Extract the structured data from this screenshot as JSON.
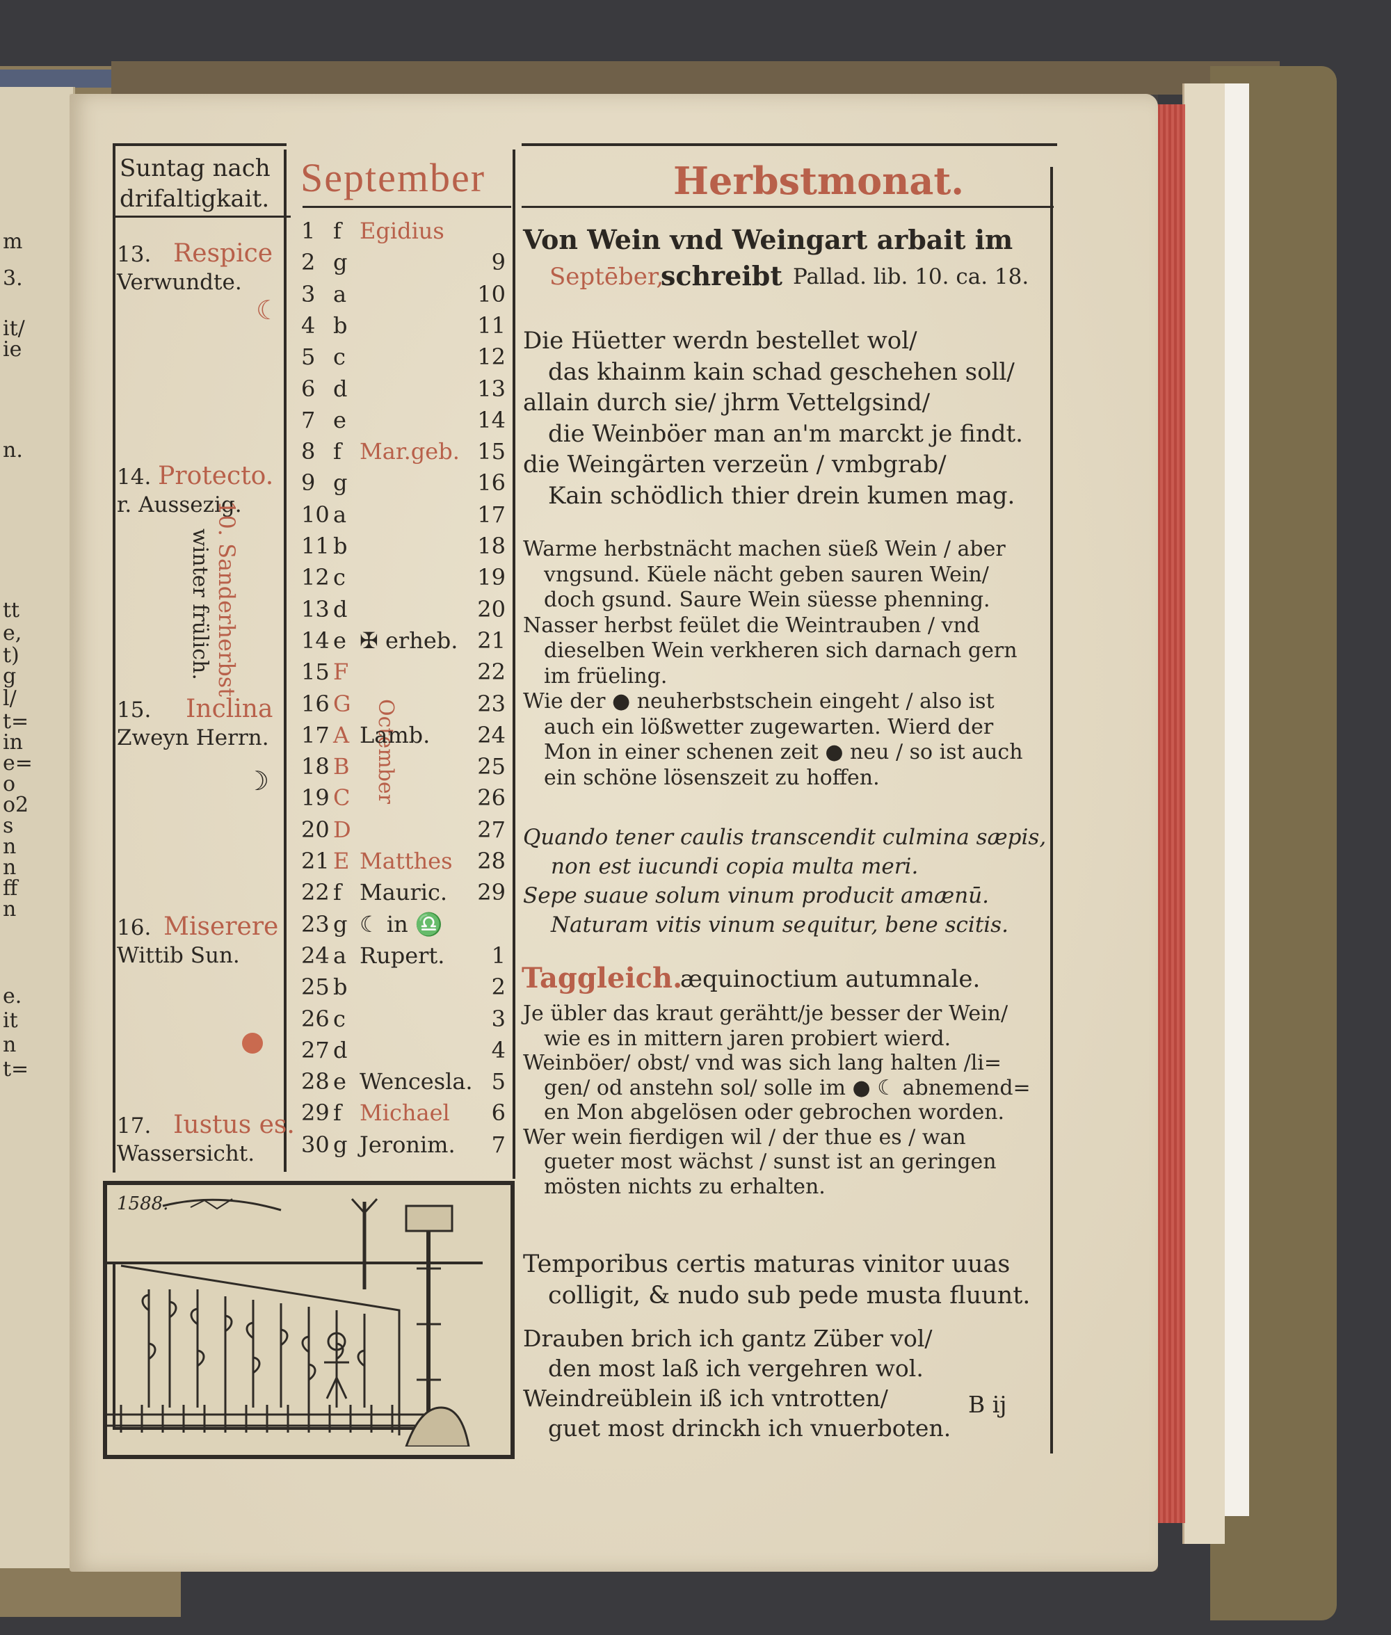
{
  "left_fragments": [
    "m",
    "3.",
    "it/",
    "ie",
    "n.",
    "tt",
    "e,",
    "t)",
    "g",
    "l/",
    "t=",
    "in",
    "e=",
    "o",
    "o2",
    "s",
    "n",
    "n",
    "ff",
    "n",
    "e.",
    "it",
    "n",
    "t="
  ],
  "header": {
    "week_heading": [
      "Suntag nach",
      "drifaltigkait."
    ],
    "month_latin": "September",
    "month_german": "Herbstmonat."
  },
  "weeks": [
    {
      "line1": "13.",
      "name": "Respice",
      "line2": "Verwundte.",
      "moon": "☾"
    },
    {
      "line1": "14.",
      "name": "Protecto.",
      "line2": "r. Aussezig."
    },
    {
      "line1": "15.",
      "name": "Inclina",
      "line2": "Zweyn Herrn.",
      "moon": "☽"
    },
    {
      "line1": "16.",
      "name": "Miserere",
      "line2": "Wittib Sun."
    },
    {
      "line1": "17.",
      "name": "Iustus es.",
      "line2": "Wassersicht."
    }
  ],
  "vertical_notes": {
    "left": "10. Sanderherbst",
    "left2": "winter frülich.",
    "right": "Octember"
  },
  "calendar": [
    {
      "day": "1",
      "letter": "f",
      "label": "Egidius",
      "num": ""
    },
    {
      "day": "2",
      "letter": "g",
      "label": "",
      "num": "9"
    },
    {
      "day": "3",
      "letter": "a",
      "label": "",
      "num": "10"
    },
    {
      "day": "4",
      "letter": "b",
      "label": "",
      "num": "11"
    },
    {
      "day": "5",
      "letter": "c",
      "label": "",
      "num": "12"
    },
    {
      "day": "6",
      "letter": "d",
      "label": "",
      "num": "13"
    },
    {
      "day": "7",
      "letter": "e",
      "label": "",
      "num": "14"
    },
    {
      "day": "8",
      "letter": "f",
      "label": "Mar.geb.",
      "num": "15"
    },
    {
      "day": "9",
      "letter": "g",
      "label": "",
      "num": "16"
    },
    {
      "day": "10",
      "letter": "a",
      "label": "",
      "num": "17"
    },
    {
      "day": "11",
      "letter": "b",
      "label": "",
      "num": "18"
    },
    {
      "day": "12",
      "letter": "c",
      "label": "",
      "num": "19"
    },
    {
      "day": "13",
      "letter": "d",
      "label": "",
      "num": "20"
    },
    {
      "day": "14",
      "letter": "e",
      "label": "✠ erheb.",
      "num": "21"
    },
    {
      "day": "15",
      "letter": "F",
      "label": "",
      "num": "22"
    },
    {
      "day": "16",
      "letter": "G",
      "label": "",
      "num": "23"
    },
    {
      "day": "17",
      "letter": "A",
      "label": "Lamb.",
      "num": "24"
    },
    {
      "day": "18",
      "letter": "B",
      "label": "",
      "num": "25"
    },
    {
      "day": "19",
      "letter": "C",
      "label": "",
      "num": "26"
    },
    {
      "day": "20",
      "letter": "D",
      "label": "",
      "num": "27"
    },
    {
      "day": "21",
      "letter": "E",
      "label": "Matthes",
      "num": "28"
    },
    {
      "day": "22",
      "letter": "f",
      "label": "Mauric.",
      "num": "29"
    },
    {
      "day": "23",
      "letter": "g",
      "label": "☾ in ♎",
      "num": ""
    },
    {
      "day": "24",
      "letter": "a",
      "label": "Rupert.",
      "num": "1"
    },
    {
      "day": "25",
      "letter": "b",
      "label": "",
      "num": "2"
    },
    {
      "day": "26",
      "letter": "c",
      "label": "",
      "num": "3"
    },
    {
      "day": "27",
      "letter": "d",
      "label": "",
      "num": "4"
    },
    {
      "day": "28",
      "letter": "e",
      "label": "Wencesla.",
      "num": "5"
    },
    {
      "day": "29",
      "letter": "f",
      "label": "Michael",
      "num": "6"
    },
    {
      "day": "30",
      "letter": "g",
      "label": "Jeronim.",
      "num": "7"
    }
  ],
  "text": {
    "title1": "Von Wein vnd Weingart arbait im",
    "title2a": "Septēber,",
    "title2b": "schreibt",
    "title2c": "Pallad. lib. 10. ca. 18.",
    "verse1": [
      "Die Hüetter werdn bestellet wol/",
      "das khainm kain schad geschehen soll/",
      "allain durch sie/ jhrm Vettelgsind/",
      "die Weinböer man an'm marckt je findt.",
      "die Weingärten verzeün / vmbgrab/",
      "Kain schödlich thier drein kumen mag."
    ],
    "prose1": [
      "Warme herbstnächt machen süeß Wein / aber",
      "vngsund. Küele nächt geben sauren Wein/",
      "doch gsund. Saure Wein süesse phenning.",
      "Nasser herbst feület die Weintrauben / vnd",
      "dieselben Wein verkheren sich darnach gern",
      "im früeling.",
      "Wie der ● neuherbstschein eingeht / also ist",
      "auch ein lößwetter zugewarten. Wierd der",
      "Mon in einer schenen zeit ● neu / so ist auch",
      "ein schöne lösenszeit zu hoffen."
    ],
    "latin1": [
      "Quando tener caulis transcendit culmina sæpis,",
      "non est iucundi copia multa meri.",
      "Sepe suaue solum vinum producit amænū.",
      "Naturam vitis vinum sequitur, bene scitis."
    ],
    "taggleich": "Taggleich.",
    "equinox": "æquinoctium autumnale.",
    "prose2": [
      "Je übler das kraut gerähtt/je besser der Wein/",
      "wie es in mittern jaren probiert wierd.",
      "Weinböer/ obst/ vnd was sich lang halten /li=",
      "gen/ od anstehn sol/ solle im ● ☾ abnemend=",
      "en Mon abgelösen oder gebrochen worden.",
      "Wer wein fierdigen wil / der thue es / wan",
      "gueter most wächst / sunst ist an geringen",
      "mösten nichts zu erhalten."
    ],
    "latin2": [
      "Temporibus certis maturas vinitor uuas",
      "colligit, & nudo sub pede musta fluunt."
    ],
    "verse2": [
      "Drauben brich ich gantz Züber vol/",
      "den most laß ich vergehren wol.",
      "Weindreüblein iß ich vntrotten/",
      "guet most drinckh ich vnuerboten."
    ],
    "signature": "B ij",
    "woodcut_year": "1588."
  }
}
